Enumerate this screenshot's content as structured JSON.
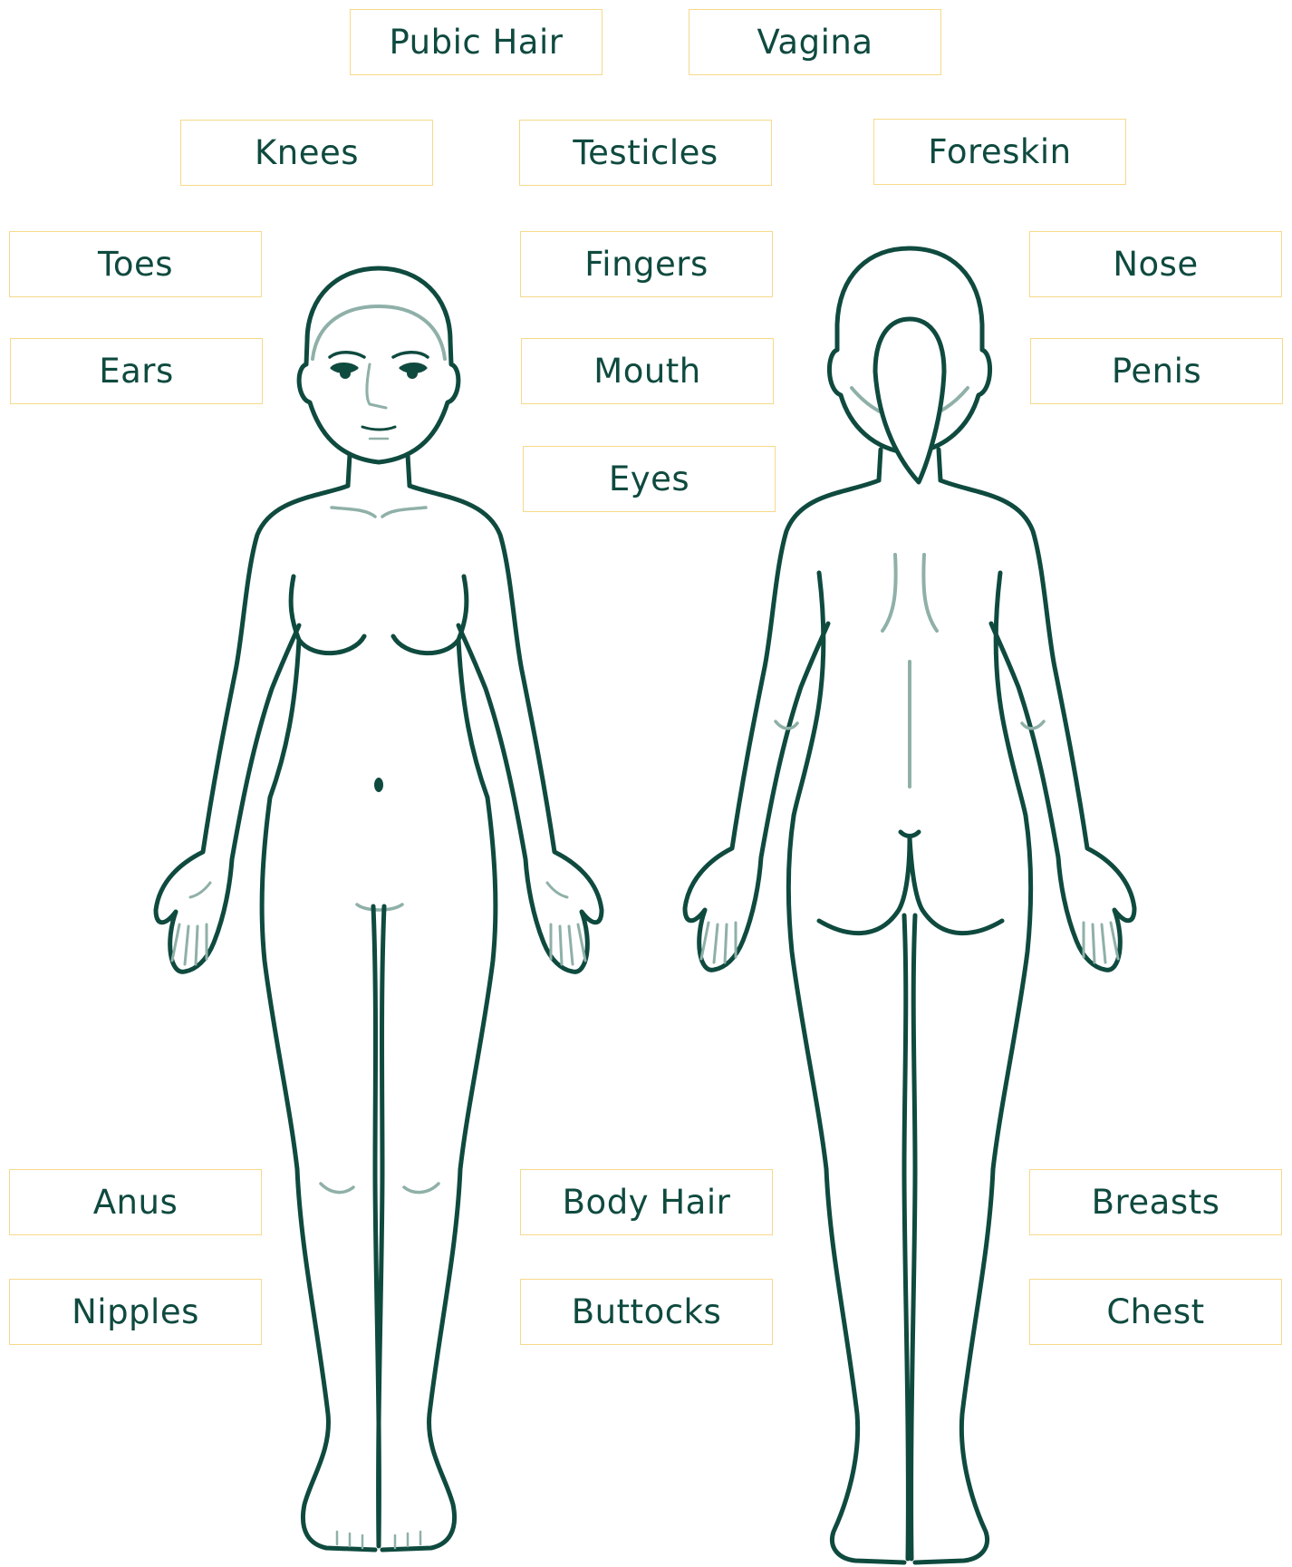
{
  "colors": {
    "outline": "#0f4a3f",
    "detail": "#8fb0a8",
    "label_border": "#f6d98a",
    "label_text": "#0f4a3f"
  },
  "figures": {
    "front": "front-body-figure",
    "back": "back-body-figure"
  },
  "labels": [
    {
      "id": "pubic-hair",
      "text": "Pubic Hair"
    },
    {
      "id": "vagina",
      "text": "Vagina"
    },
    {
      "id": "knees",
      "text": "Knees"
    },
    {
      "id": "testicles",
      "text": "Testicles"
    },
    {
      "id": "foreskin",
      "text": "Foreskin"
    },
    {
      "id": "toes",
      "text": "Toes"
    },
    {
      "id": "fingers",
      "text": "Fingers"
    },
    {
      "id": "nose",
      "text": "Nose"
    },
    {
      "id": "ears",
      "text": "Ears"
    },
    {
      "id": "mouth",
      "text": "Mouth"
    },
    {
      "id": "penis",
      "text": "Penis"
    },
    {
      "id": "eyes",
      "text": "Eyes"
    },
    {
      "id": "anus",
      "text": "Anus"
    },
    {
      "id": "body-hair",
      "text": "Body Hair"
    },
    {
      "id": "breasts",
      "text": "Breasts"
    },
    {
      "id": "nipples",
      "text": "Nipples"
    },
    {
      "id": "buttocks",
      "text": "Buttocks"
    },
    {
      "id": "chest",
      "text": "Chest"
    }
  ]
}
